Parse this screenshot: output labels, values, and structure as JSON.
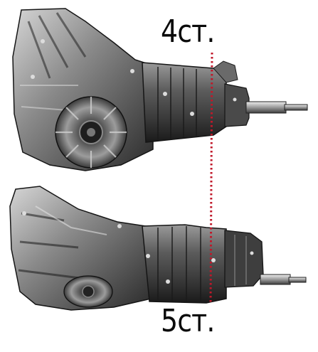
{
  "labels": {
    "top": "4ст.",
    "bottom": "5ст."
  },
  "colors": {
    "background": "#ffffff",
    "metal_dark": "#1c1c1c",
    "metal_mid": "#6e6e6e",
    "metal_light": "#bdbdbd",
    "marker_line": "#c0182a",
    "label_text": "#0a0a0a"
  },
  "objects": [
    "four-speed-gearbox",
    "five-speed-gearbox",
    "alignment-dotted-line"
  ]
}
